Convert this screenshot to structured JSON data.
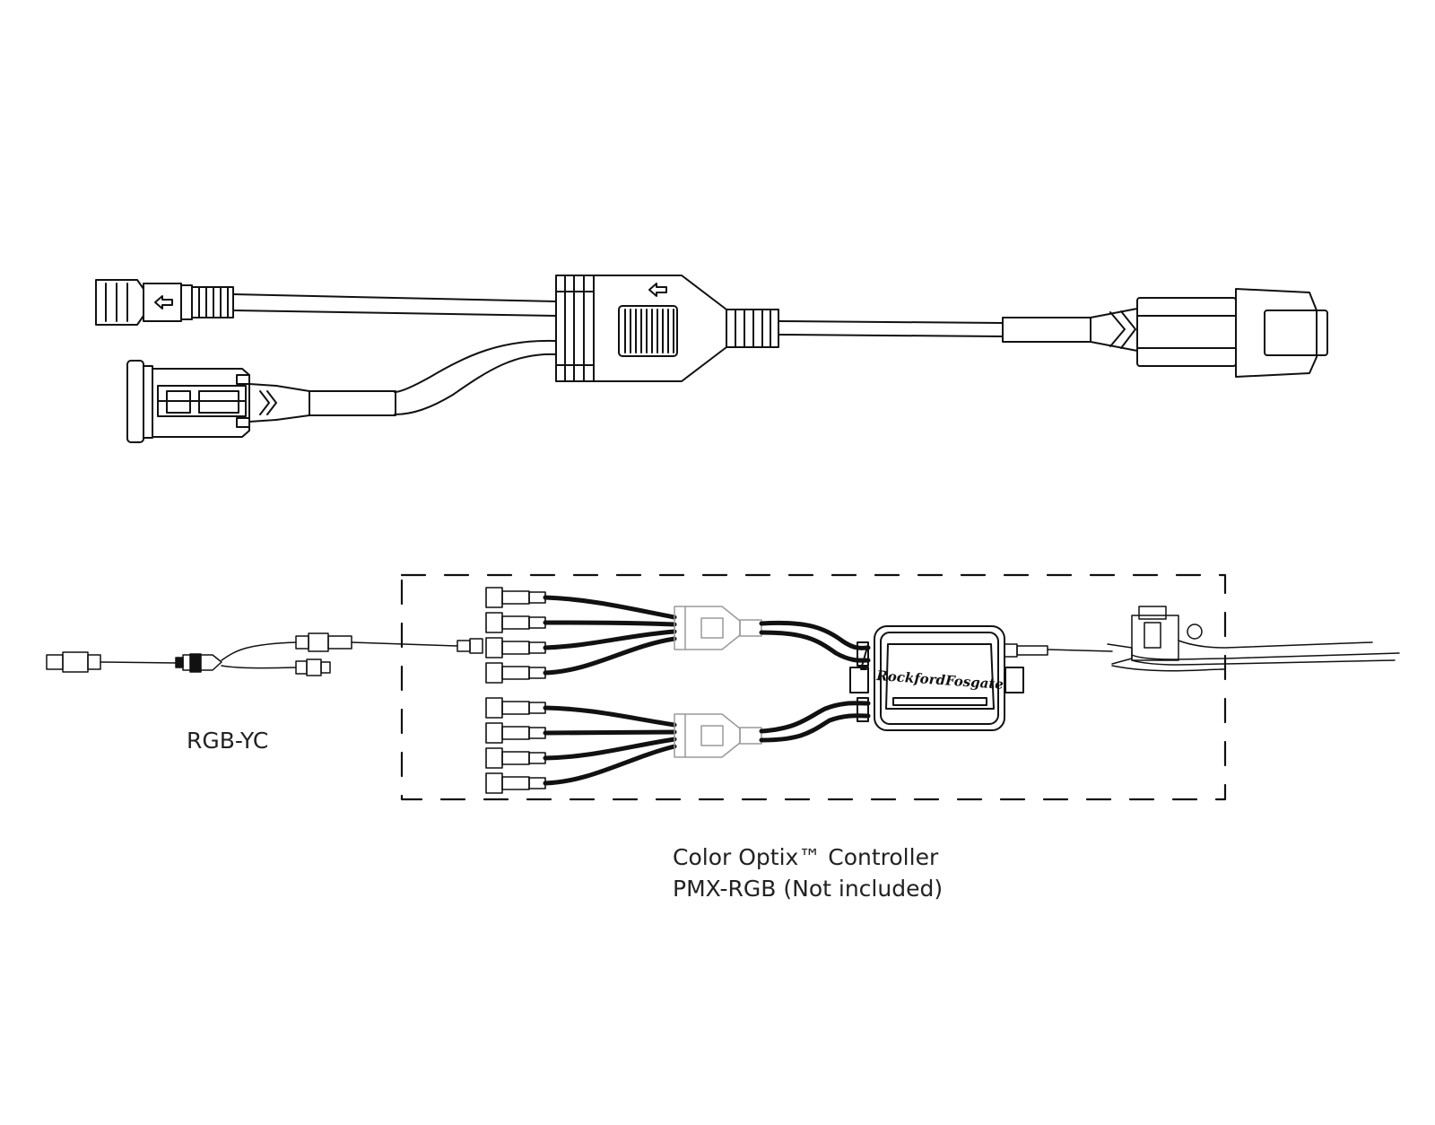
{
  "labels": {
    "y_cable": "RGB-YC",
    "controller_line1": "Color Optix™ Controller",
    "controller_line2": "PMX-RGB (Not included)",
    "brand_logo": "RockfordFosgate"
  },
  "colors": {
    "line": "#111111",
    "ghost": "#9a9a9a",
    "background": "#ffffff"
  },
  "icons": [
    "arrow-left-icon"
  ]
}
